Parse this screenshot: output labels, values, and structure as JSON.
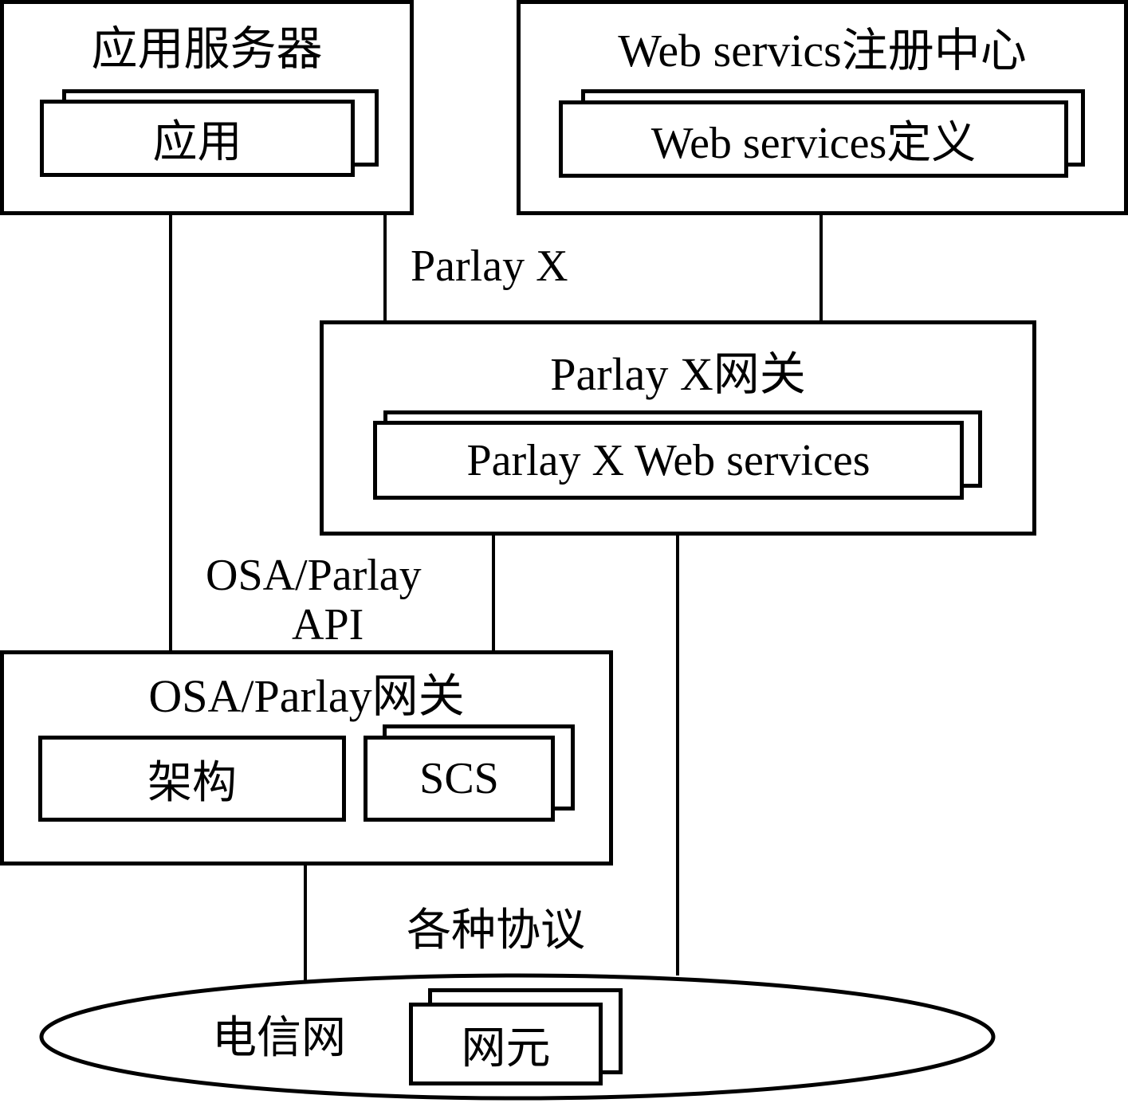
{
  "diagram": {
    "app_server": {
      "title": "应用服务器",
      "inner": "应用"
    },
    "registry": {
      "title": "Web servics注册中心",
      "inner": "Web services定义"
    },
    "parlayx_label": "Parlay X",
    "parlayx_gateway": {
      "title": "Parlay X网关",
      "inner": "Parlay X Web services"
    },
    "osa_api_label": {
      "line1": "OSA/Parlay",
      "line2": "API"
    },
    "osa_gateway": {
      "title": "OSA/Parlay网关",
      "framework": "架构",
      "scs": "SCS"
    },
    "protocols_label": "各种协议",
    "telecom_network": {
      "label": "电信网",
      "element": "网元"
    }
  }
}
